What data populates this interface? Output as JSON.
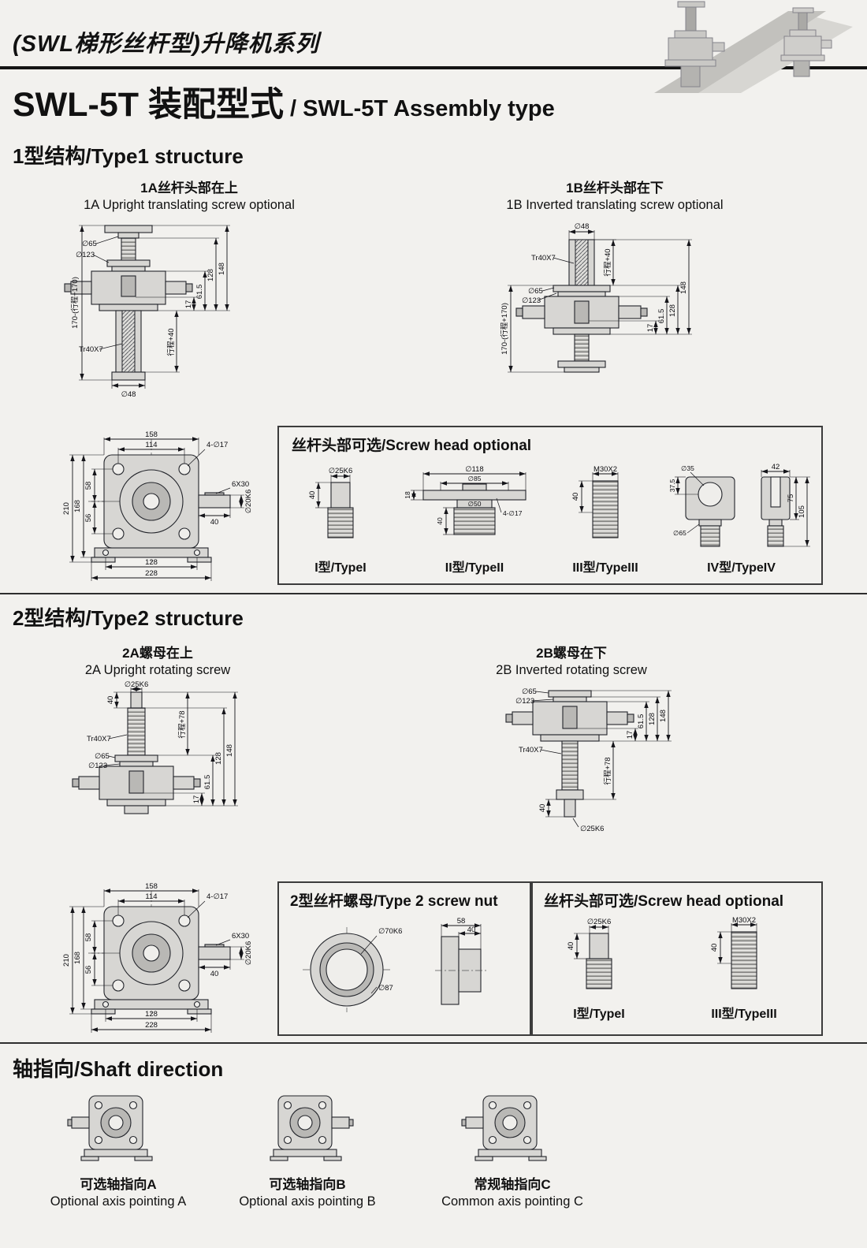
{
  "header": {
    "series_title": "(SWL梯形丝杆型)升降机系列",
    "title_cn": "SWL-5T 装配型式",
    "title_en": " / SWL-5T Assembly type"
  },
  "sections": {
    "s1": {
      "heading": "1型结构/Type1 structure",
      "fig1a": {
        "caption_cn": "1A丝杆头部在上",
        "caption_en": "1A Upright translating screw optional",
        "dims": {
          "dia65": "∅65",
          "dia123": "∅123",
          "h148": "148",
          "h128": "128",
          "h615": "61.5",
          "h17": "17",
          "total": "170-(行程+170)",
          "thread": "Tr40X7",
          "stroke": "行程+40",
          "dia48": "∅48"
        }
      },
      "fig1b": {
        "caption_cn": "1B丝杆头部在下",
        "caption_en": "1B Inverted translating screw optional",
        "dims": {
          "dia65": "∅65",
          "dia123": "∅123",
          "h148": "148",
          "h128": "128",
          "h615": "61.5",
          "h17": "17",
          "total": "170-(行程+170)",
          "thread": "Tr40X7",
          "stroke": "行程+40",
          "dia48": "∅48"
        }
      },
      "head_box_title": "丝杆头部可选/Screw head optional"
    },
    "s2": {
      "heading": "2型结构/Type2 structure",
      "fig2a": {
        "caption_cn": "2A螺母在上",
        "caption_en": "2A Upright rotating screw",
        "dims": {
          "dia25": "∅25K6",
          "l40": "40",
          "stroke": "行程+78",
          "thread": "Tr40X7",
          "dia65": "∅65",
          "dia123": "∅123",
          "h148": "148",
          "h128": "128",
          "h615": "61.5",
          "h17": "17"
        }
      },
      "fig2b": {
        "caption_cn": "2B螺母在下",
        "caption_en": "2B Inverted rotating screw",
        "dims": {
          "dia65": "∅65",
          "dia123": "∅123",
          "h148": "148",
          "h128": "128",
          "h615": "61.5",
          "h17": "17",
          "thread": "Tr40X7",
          "stroke": "行程+78",
          "l40": "40",
          "dia25": "∅25K6"
        }
      },
      "nut_box": {
        "title": "2型丝杆螺母/Type 2 screw nut",
        "dims": {
          "dia70": "∅70K6",
          "dia87": "∅87",
          "w58": "58",
          "w40": "40"
        }
      },
      "head_box_title": "丝杆头部可选/Screw head optional"
    },
    "s3": {
      "heading": "轴指向/Shaft direction",
      "items": [
        {
          "cn": "可选轴指向A",
          "en": "Optional axis pointing A"
        },
        {
          "cn": "可选轴指向B",
          "en": "Optional axis pointing B"
        },
        {
          "cn": "常规轴指向C",
          "en": "Common axis pointing C"
        }
      ]
    }
  },
  "flange_dims": {
    "w158": "158",
    "w114": "114",
    "holes": "4-∅17",
    "h210": "210",
    "h168": "168",
    "h58": "58",
    "h56": "56",
    "key": "6X30",
    "shaft_dia": "∅20K6",
    "shaft_len": "40",
    "w128": "128",
    "w228": "228"
  },
  "head_types": {
    "t1": {
      "label": "I型/TypeI",
      "dia": "∅25K6",
      "len": "40"
    },
    "t2": {
      "label": "II型/TypeII",
      "dia118": "∅118",
      "dia85": "∅85",
      "t18": "18",
      "len": "40",
      "dia50": "∅50",
      "holes": "4-∅17"
    },
    "t3": {
      "label": "III型/TypeIII",
      "thread": "M30X2",
      "len": "40"
    },
    "t4": {
      "label": "IV型/TypeIV",
      "w42": "42",
      "h375": "37.5",
      "dia35": "∅35",
      "dia65": "∅65",
      "h75": "75",
      "h105": "105"
    }
  }
}
